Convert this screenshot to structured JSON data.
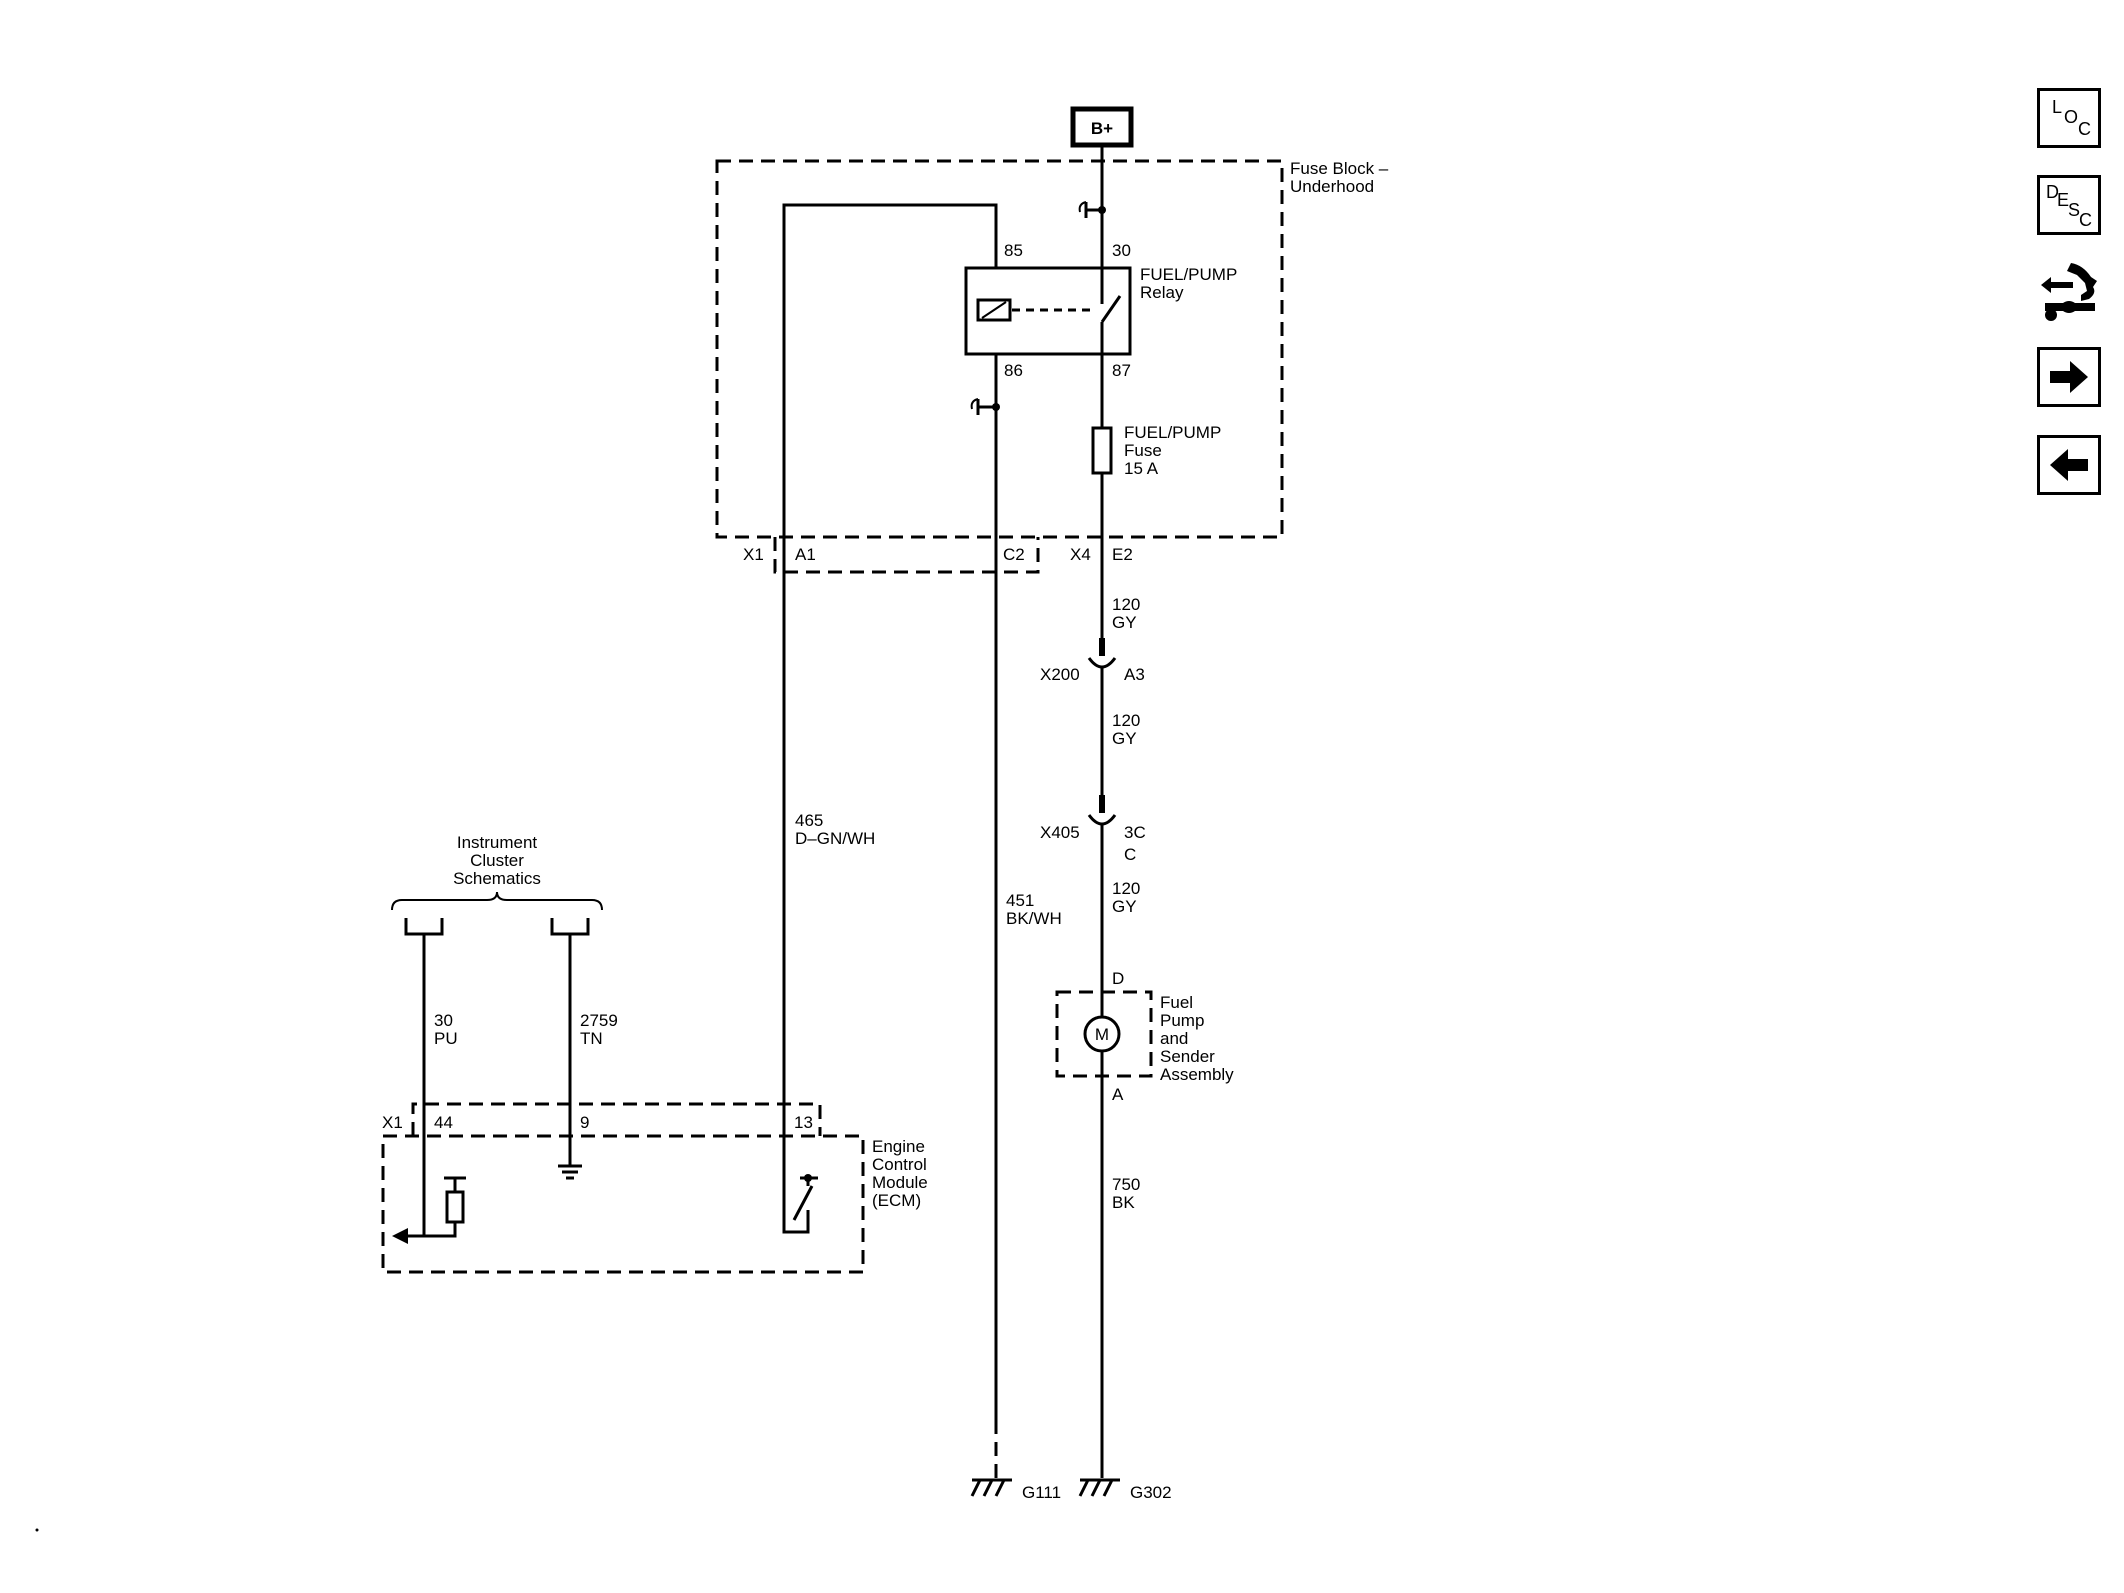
{
  "battery": {
    "label": "B+"
  },
  "fuse_block": {
    "title_line1": "Fuse Block –",
    "title_line2": "Underhood",
    "connector_left": "X1",
    "pin_left_a": "A1",
    "pin_left_c": "C2",
    "connector_right": "X4",
    "pin_right": "E2"
  },
  "relay": {
    "name_line1": "FUEL/PUMP",
    "name_line2": "Relay",
    "pin_85": "85",
    "pin_30": "30",
    "pin_86": "86",
    "pin_87": "87"
  },
  "fuse": {
    "name_line1": "FUEL/PUMP",
    "name_line2": "Fuse",
    "rating": "15 A"
  },
  "wires": [
    {
      "circuit": "120",
      "color": "GY"
    },
    {
      "circuit": "120",
      "color": "GY"
    },
    {
      "circuit": "120",
      "color": "GY"
    },
    {
      "circuit": "465",
      "color": "D–GN/WH"
    },
    {
      "circuit": "451",
      "color": "BK/WH"
    },
    {
      "circuit": "30",
      "color": "PU"
    },
    {
      "circuit": "2759",
      "color": "TN"
    },
    {
      "circuit": "750",
      "color": "BK"
    }
  ],
  "connectors": {
    "x200": {
      "name": "X200",
      "pin": "A3"
    },
    "x405": {
      "name": "X405",
      "pin_line1": "3C",
      "pin_line2": "C"
    }
  },
  "fuel_pump": {
    "name_lines": [
      "Fuel",
      "Pump",
      "and",
      "Sender",
      "Assembly"
    ],
    "pin_top": "D",
    "pin_bottom": "A",
    "motor_symbol": "M"
  },
  "instrument_cluster": {
    "lines": [
      "Instrument",
      "Cluster",
      "Schematics"
    ]
  },
  "ecm": {
    "name_lines": [
      "Engine",
      "Control",
      "Module",
      "(ECM)"
    ],
    "connector": "X1",
    "pin_44": "44",
    "pin_9": "9",
    "pin_13": "13"
  },
  "grounds": {
    "g111": "G111",
    "g302": "G302"
  },
  "nav": {
    "loc": {
      "l": "L",
      "o": "O",
      "c": "C"
    },
    "desc": {
      "d": "D",
      "e": "E",
      "s": "S",
      "c": "C"
    },
    "icons": [
      "location-icon",
      "description-icon",
      "connector-tool-icon",
      "arrow-right-icon",
      "arrow-left-icon"
    ]
  }
}
